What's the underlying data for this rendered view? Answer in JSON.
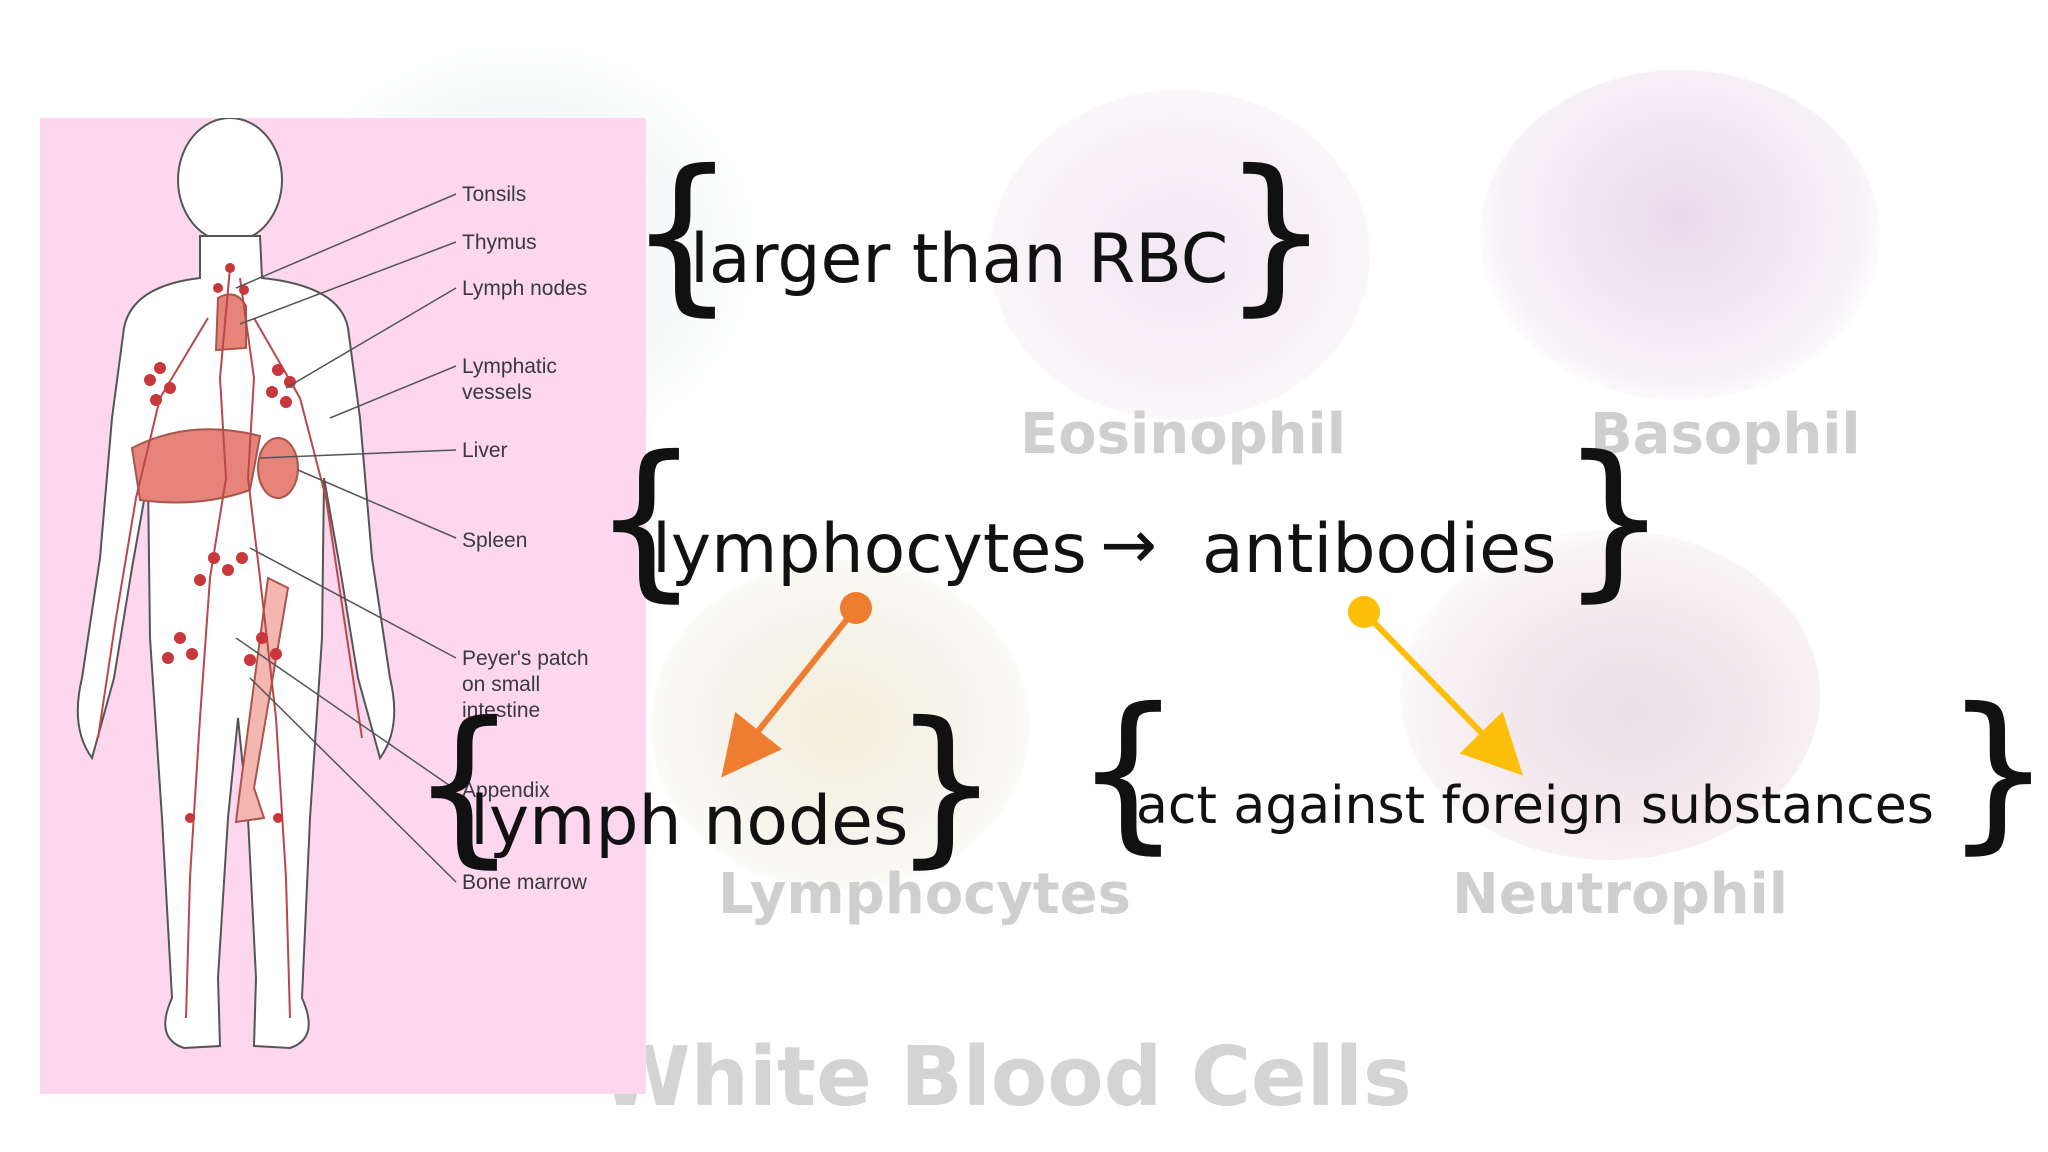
{
  "slide": {
    "background_title": "White Blood Cells",
    "cell_labels": {
      "eosinophil": "Eosinophil",
      "basophil": "Basophil",
      "lymphocytes": "Lymphocytes",
      "neutrophil": "Neutrophil"
    },
    "anatomy_labels": {
      "tonsils": "Tonsils",
      "thymus": "Thymus",
      "lymph_nodes": "Lymph nodes",
      "lymphatic_vessels": "Lymphatic\nvessels",
      "liver": "Liver",
      "spleen": "Spleen",
      "peyers_patch": "Peyer's patch\non small\nintestine",
      "appendix": "Appendix",
      "bone_marrow": "Bone marrow"
    },
    "statements": {
      "larger": "larger than RBC",
      "lymphocytes": "lymphocytes",
      "arrow_symbol": "→",
      "antibodies": "antibodies",
      "lymph_nodes": "lymph nodes",
      "foreign": "act against foreign substances"
    },
    "braces": {
      "open": "{",
      "close": "}"
    },
    "colors": {
      "panel_pink": "#fcd7ee",
      "arrow_orange": "#ee7d31",
      "arrow_yellow": "#fbbf0a",
      "organ_red": "#e7847a"
    }
  }
}
